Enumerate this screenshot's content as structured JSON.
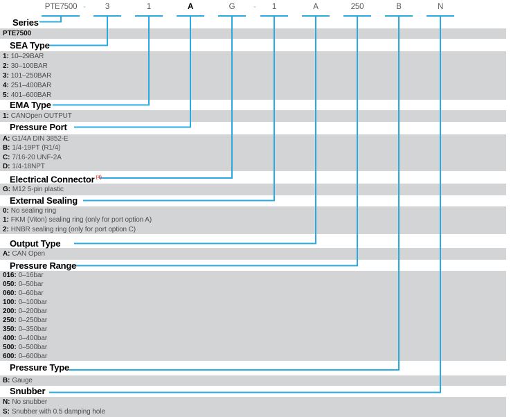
{
  "code_row": {
    "segments": [
      {
        "text": "PTE7500",
        "bold": false
      },
      {
        "text": "3",
        "bold": false
      },
      {
        "text": "1",
        "bold": false
      },
      {
        "text": "A",
        "bold": true
      },
      {
        "text": "G",
        "bold": false
      },
      {
        "text": "1",
        "bold": false
      },
      {
        "text": "A",
        "bold": false
      },
      {
        "text": "250",
        "bold": false
      },
      {
        "text": "B",
        "bold": false
      },
      {
        "text": "N",
        "bold": false
      }
    ],
    "separators": [
      "-",
      "-"
    ]
  },
  "sections": [
    {
      "slug": "series",
      "title": "Series",
      "options": [
        {
          "code": "PTE7500",
          "label": ""
        }
      ]
    },
    {
      "slug": "sea-type",
      "title": "SEA Type",
      "options": [
        {
          "code": "1:",
          "label": "10–29BAR"
        },
        {
          "code": "2:",
          "label": "30–100BAR"
        },
        {
          "code": "3:",
          "label": "101–250BAR"
        },
        {
          "code": "4:",
          "label": "251–400BAR"
        },
        {
          "code": "5:",
          "label": "401–600BAR"
        }
      ]
    },
    {
      "slug": "ema-type",
      "title": "EMA Type",
      "options": [
        {
          "code": "1:",
          "label": "CANOpen OUTPUT"
        }
      ]
    },
    {
      "slug": "pressure-port",
      "title": "Pressure Port",
      "options": [
        {
          "code": "A:",
          "label": "G1/4A DIN 3852-E"
        },
        {
          "code": "B:",
          "label": "1/4-19PT (R1/4)"
        },
        {
          "code": "C:",
          "label": "7/16-20 UNF-2A"
        },
        {
          "code": "D:",
          "label": "1/4-18NPT"
        }
      ]
    },
    {
      "slug": "electrical-connector",
      "title": "Electrical Connector",
      "superscript": "(4)",
      "options": [
        {
          "code": "G:",
          "label": "M12 5-pin plastic"
        }
      ]
    },
    {
      "slug": "external-sealing",
      "title": "External Sealing",
      "options": [
        {
          "code": "0:",
          "label": "No sealing ring"
        },
        {
          "code": "1:",
          "label": "FKM (Viton) sealing ring (only for port option A)"
        },
        {
          "code": "2:",
          "label": "HNBR sealing ring (only for port option C)"
        }
      ]
    },
    {
      "slug": "output-type",
      "title": "Output Type",
      "options": [
        {
          "code": "A:",
          "label": "CAN Open"
        }
      ]
    },
    {
      "slug": "pressure-range",
      "title": "Pressure Range",
      "options": [
        {
          "code": "016:",
          "label": "0–16bar"
        },
        {
          "code": "050:",
          "label": "0–50bar"
        },
        {
          "code": "060:",
          "label": "0–60bar"
        },
        {
          "code": "100:",
          "label": "0–100bar"
        },
        {
          "code": "200:",
          "label": "0–200bar"
        },
        {
          "code": "250:",
          "label": "0–250bar"
        },
        {
          "code": "350:",
          "label": "0–350bar"
        },
        {
          "code": "400:",
          "label": "0–400bar"
        },
        {
          "code": "500:",
          "label": "0–500bar"
        },
        {
          "code": "600:",
          "label": "0–600bar"
        }
      ]
    },
    {
      "slug": "pressure-type",
      "title": "Pressure Type",
      "options": [
        {
          "code": "B:",
          "label": "Gauge"
        }
      ]
    },
    {
      "slug": "snubber",
      "title": "Snubber",
      "options": [
        {
          "code": "N:",
          "label": "No snubber"
        },
        {
          "code": "S:",
          "label": "Snubber with 0.5 damping hole"
        }
      ]
    }
  ],
  "colors": {
    "accent": "#29abe2",
    "band_gray": "#d3d4d6",
    "superscript_red": "#e8504b"
  }
}
